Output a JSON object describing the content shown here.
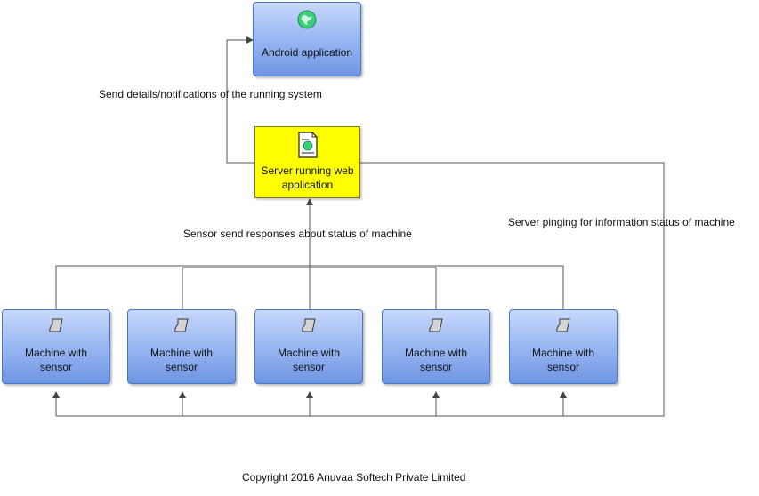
{
  "nodes": {
    "android": {
      "label": "Android application",
      "icon": "globe-icon"
    },
    "server": {
      "label_line1": "Server running web",
      "label_line2": "application",
      "icon": "web-page-icon"
    },
    "machines": [
      {
        "line1": "Machine with",
        "line2": "sensor",
        "icon": "sensor-icon"
      },
      {
        "line1": "Machine with",
        "line2": "sensor",
        "icon": "sensor-icon"
      },
      {
        "line1": "Machine with",
        "line2": "sensor",
        "icon": "sensor-icon"
      },
      {
        "line1": "Machine with",
        "line2": "sensor",
        "icon": "sensor-icon"
      },
      {
        "line1": "Machine with",
        "line2": "sensor",
        "icon": "sensor-icon"
      }
    ]
  },
  "edges": {
    "server_to_android": "Send details/notifications of the running system",
    "sensors_to_server": "Sensor send responses about status of machine",
    "server_to_sensors": "Server pinging for information status of machine"
  },
  "footer": {
    "copyright": "Copyright 2016 Anuvaa Softech Private Limited"
  },
  "colors": {
    "node_blue": "#9dbaf3",
    "node_yellow": "#ffff00",
    "line": "#555555"
  }
}
